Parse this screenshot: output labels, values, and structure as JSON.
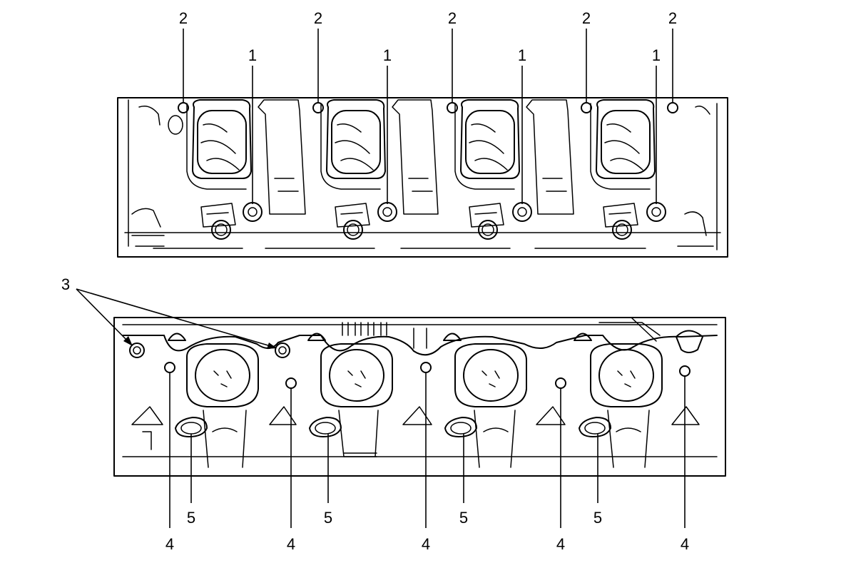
{
  "figure": {
    "callouts": {
      "upper_fastener": "1",
      "upper_stud": "2",
      "lower_dowel": "3",
      "lower_stud": "4",
      "lower_port_plug": "5"
    },
    "colors": {
      "line": "#000000",
      "background": "#ffffff"
    }
  }
}
